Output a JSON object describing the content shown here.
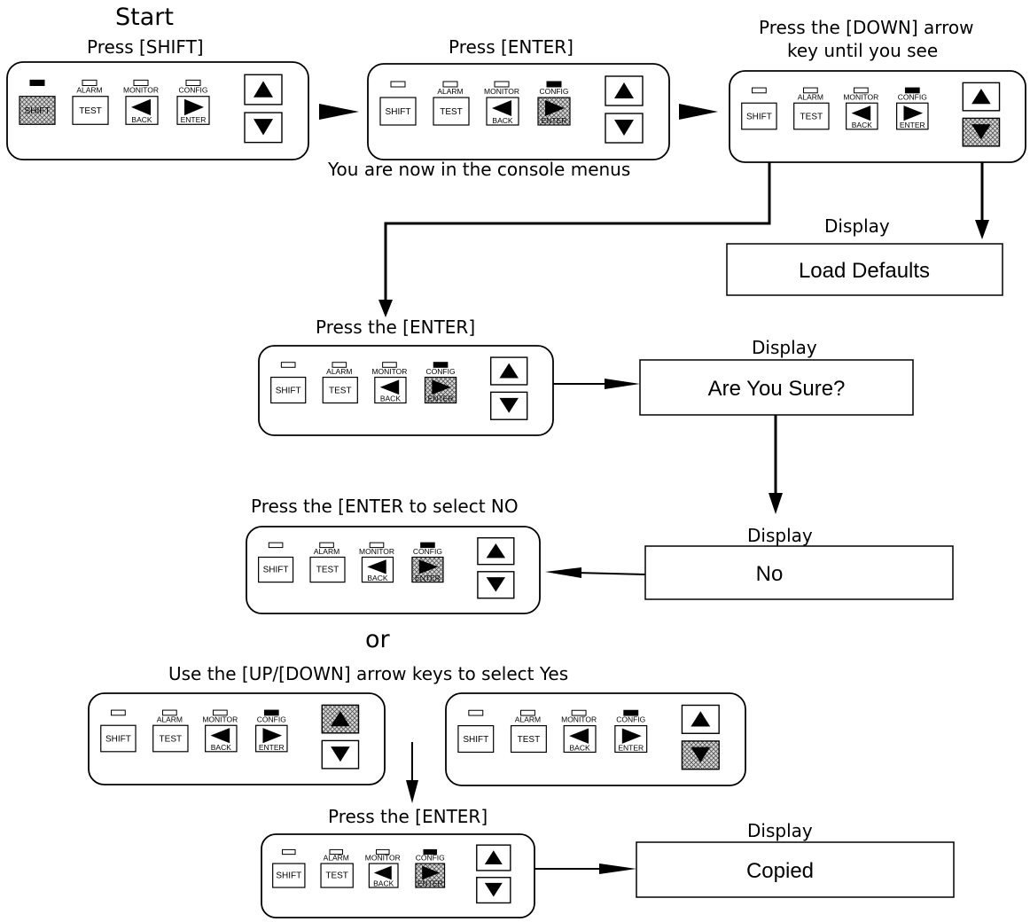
{
  "labels": {
    "start": "Start",
    "press_shift": "Press [SHIFT]",
    "press_enter": "Press [ENTER]",
    "press_down_line1": "Press the [DOWN] arrow",
    "press_down_line2": "key until you see",
    "console_menus": "You are now in the console menus",
    "display_1": "Display",
    "press_the_enter_1": "Press the [ENTER]",
    "display_2": "Display",
    "press_enter_select_no": "Press the [ENTER to select NO",
    "display_3": "Display",
    "or": "or",
    "use_up_down": "Use the [UP/[DOWN] arrow keys to select Yes",
    "press_the_enter_2": "Press the [ENTER]",
    "display_4": "Display"
  },
  "displays": {
    "load_defaults": "Load Defaults",
    "are_you_sure": "Are You Sure?",
    "no": "No",
    "copied": "Copied"
  },
  "keypad": {
    "shift": "SHIFT",
    "test": "TEST",
    "back": "BACK",
    "enter": "ENTER",
    "alarm": "ALARM",
    "monitor": "MONITOR",
    "config": "CONFIG"
  },
  "keypads": [
    {
      "name": "keypad-press-shift",
      "highlight": "shift",
      "active_led": "shift"
    },
    {
      "name": "keypad-press-enter",
      "highlight": "enter",
      "active_led": "config"
    },
    {
      "name": "keypad-press-down",
      "highlight": "down",
      "active_led": "config"
    },
    {
      "name": "keypad-enter-load-defaults",
      "highlight": "enter",
      "active_led": "config"
    },
    {
      "name": "keypad-enter-select-no",
      "highlight": "enter",
      "active_led": "config"
    },
    {
      "name": "keypad-select-yes-up",
      "highlight": "up",
      "active_led": "config"
    },
    {
      "name": "keypad-select-yes-down",
      "highlight": "down",
      "active_led": "config"
    },
    {
      "name": "keypad-enter-copied",
      "highlight": "enter",
      "active_led": "config"
    }
  ],
  "colors": {
    "stroke": "#000000",
    "background": "#ffffff",
    "hatch": "#555555"
  }
}
